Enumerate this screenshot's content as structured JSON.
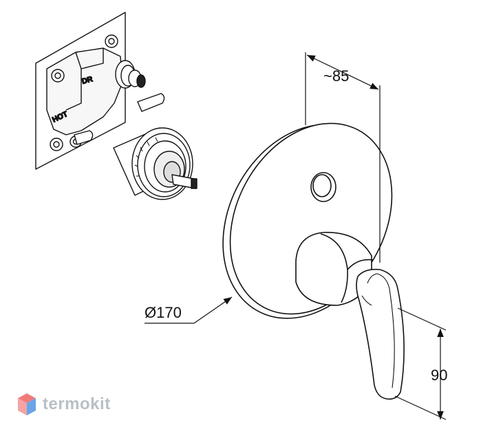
{
  "dimensions": {
    "depth_label": "~85",
    "diameter_label": "Ø170",
    "height_label": "90"
  },
  "valve_body": {
    "outlet_label": "DR",
    "inlet_label": "HOT"
  },
  "watermark": {
    "text": "termokit",
    "colors": {
      "top": "#f07b7b",
      "bottom": "#6aa5e8"
    }
  }
}
